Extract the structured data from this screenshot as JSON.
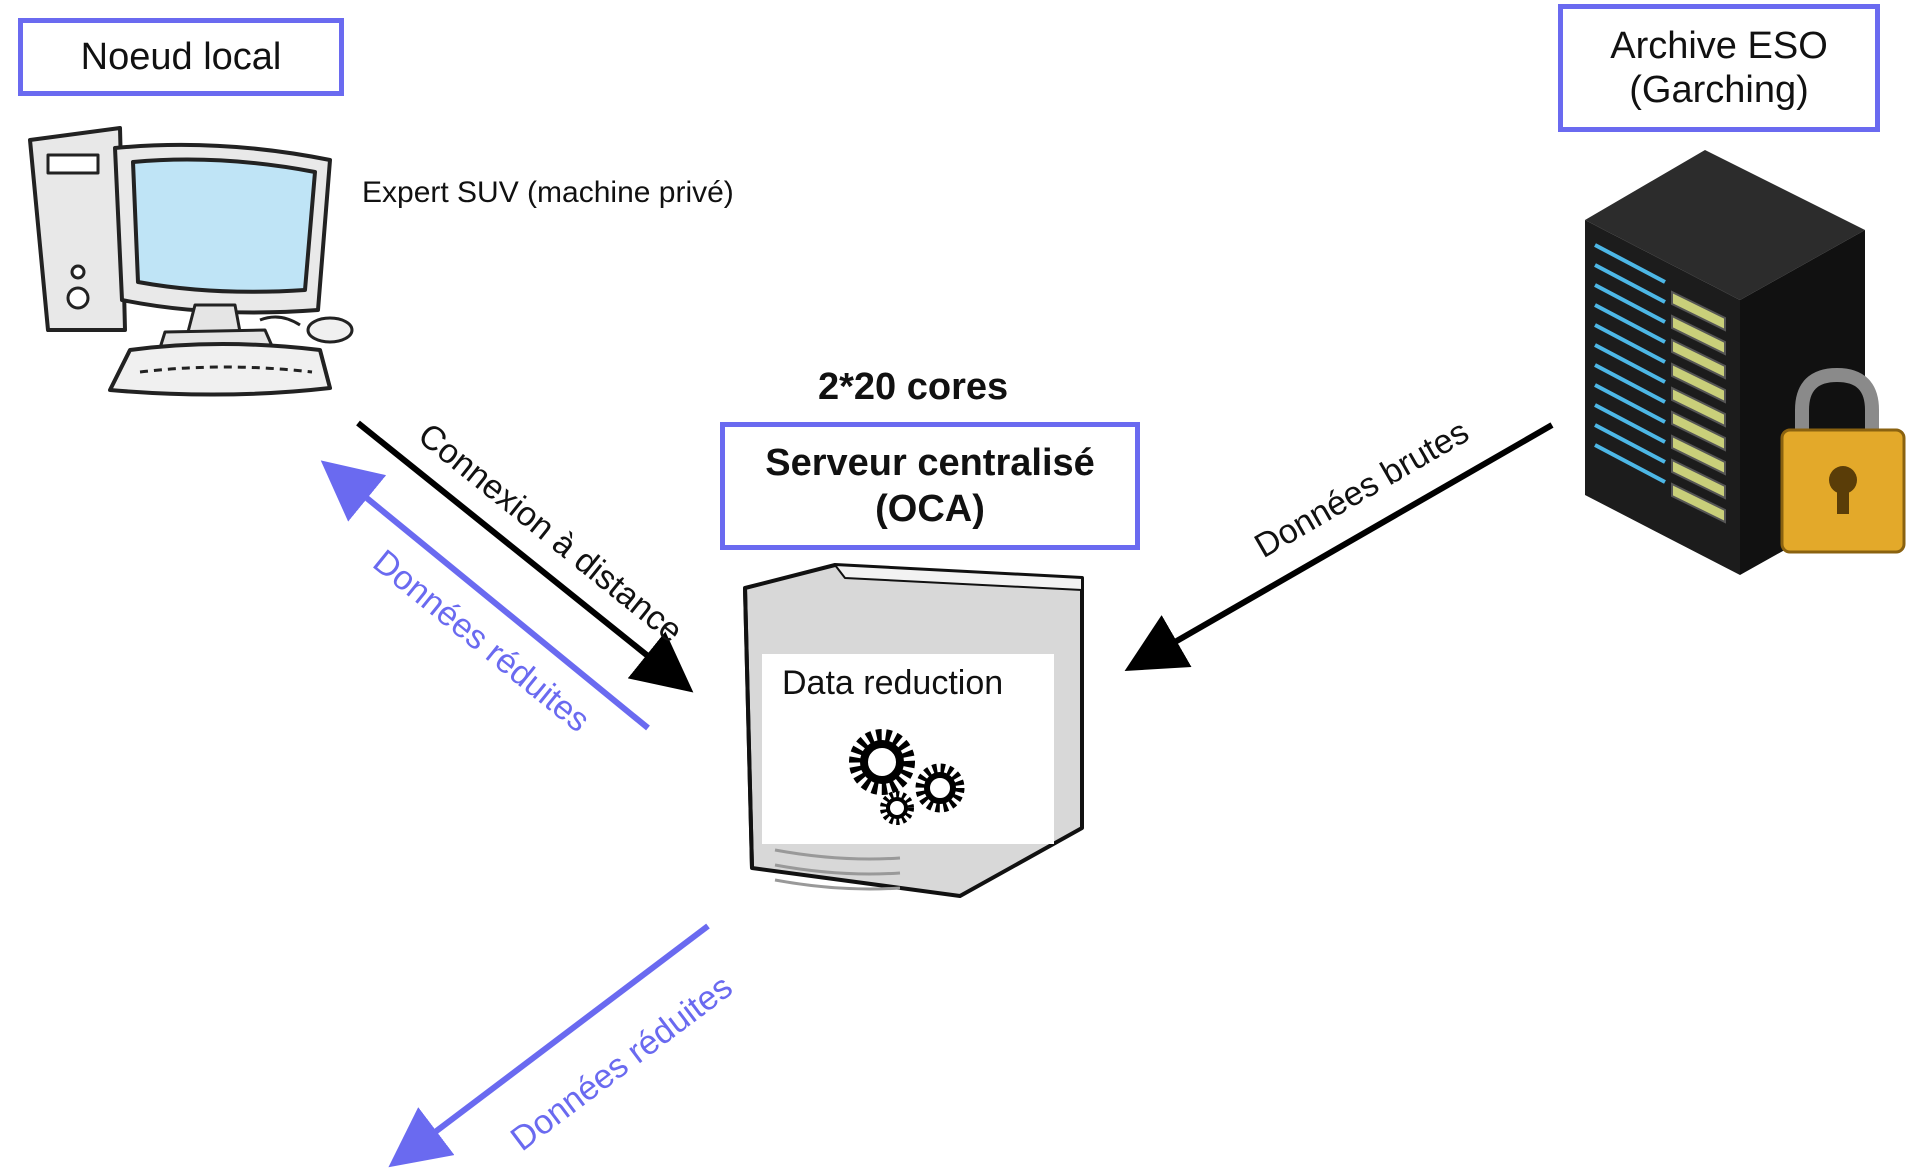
{
  "local_node": {
    "title": "Noeud local",
    "caption": "Expert SUV (machine privé)"
  },
  "archive": {
    "line1": "Archive ESO",
    "line2": "(Garching)"
  },
  "server": {
    "cores": "2*20 cores",
    "line1": "Serveur centralisé",
    "line2": "(OCA)",
    "screen_label": "Data reduction"
  },
  "arrows": {
    "remote": "Connexion à distance",
    "reduced_up": "Données réduites",
    "raw": "Données brutes",
    "reduced_down": "Données réduites"
  },
  "colors": {
    "accent": "#6a6af0",
    "arrow_black": "#000000",
    "arrow_blue": "#6a6af0"
  }
}
